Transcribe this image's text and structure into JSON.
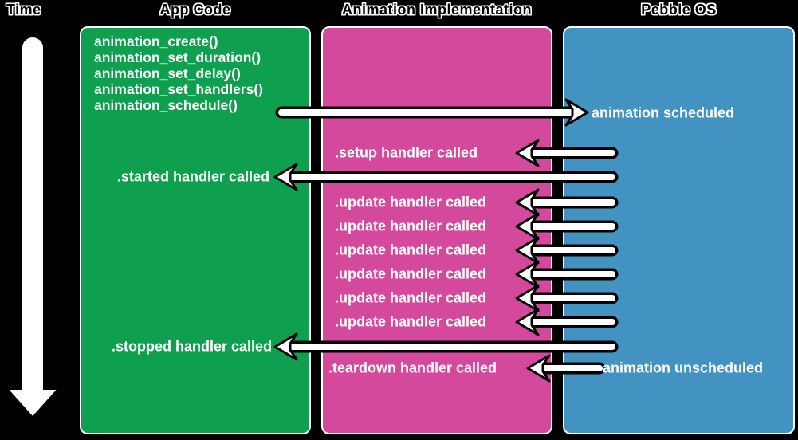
{
  "time_axis": {
    "label": "Time"
  },
  "columns": {
    "app_code": {
      "title": "App Code",
      "color": "#0ea04f"
    },
    "animation_implementation": {
      "title": "Animation Implementation",
      "color": "#d4499c"
    },
    "pebble_os": {
      "title": "Pebble OS",
      "color": "#4293c1"
    }
  },
  "app_code": {
    "function_calls": [
      "animation_create()",
      "animation_set_duration()",
      "animation_set_delay()",
      "animation_set_handlers()",
      "animation_schedule()"
    ],
    "started_label": ".started handler called",
    "stopped_label": ".stopped handler called"
  },
  "animation_implementation": {
    "setup_label": ".setup handler called",
    "update_labels": [
      ".update handler called",
      ".update handler called",
      ".update handler called",
      ".update handler called",
      ".update handler called",
      ".update handler called"
    ],
    "teardown_label": ".teardown handler called"
  },
  "pebble_os": {
    "scheduled_label": "animation scheduled",
    "unscheduled_label": "animation unscheduled"
  }
}
